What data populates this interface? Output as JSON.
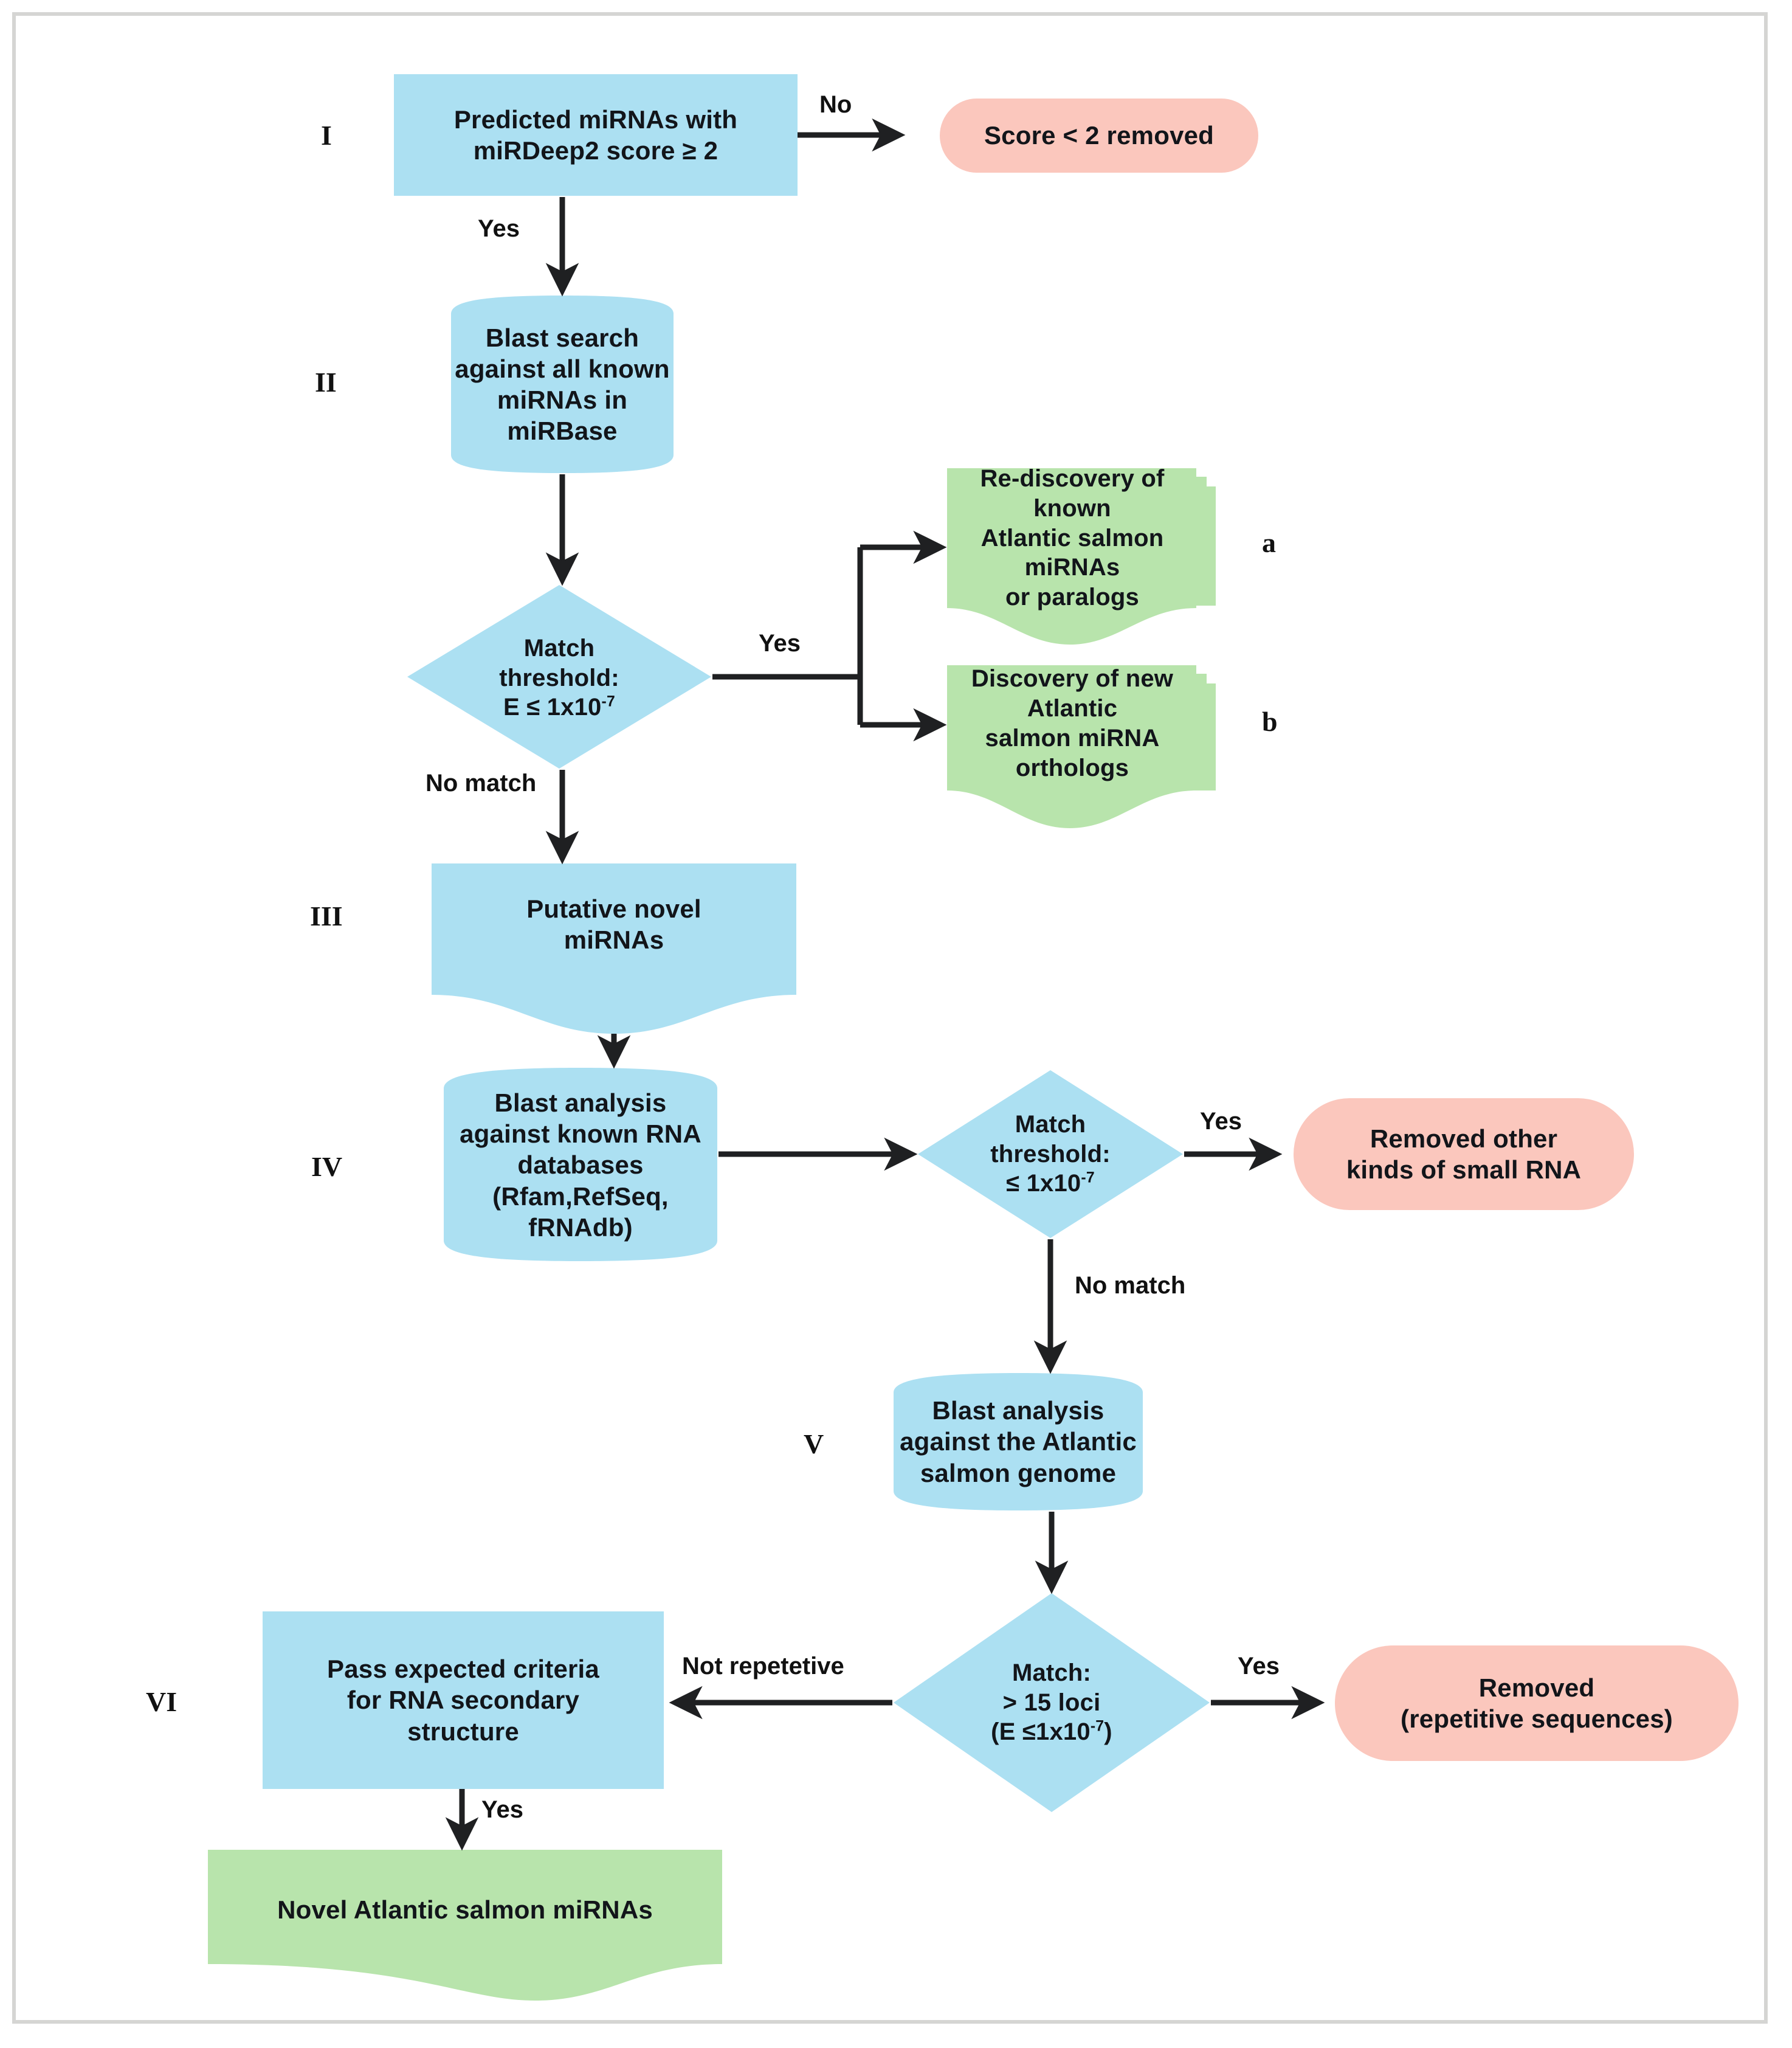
{
  "diagram": {
    "title": "miRNA prediction and filtering pipeline flowchart",
    "colors": {
      "process_blue": "#ace0f2",
      "removed_pink": "#fbc7bd",
      "output_green": "#b8e4ac",
      "line_black": "#1f2022",
      "frame_gray": "#d5d5d3"
    },
    "stages": [
      {
        "numeral": "I"
      },
      {
        "numeral": "II"
      },
      {
        "numeral": "III"
      },
      {
        "numeral": "IV"
      },
      {
        "numeral": "V"
      },
      {
        "numeral": "VI"
      }
    ],
    "nodes": {
      "predicted": {
        "line1": "Predicted miRNAs with",
        "line2": "miRDeep2 score ≥ 2"
      },
      "score_removed": {
        "text": "Score < 2 removed"
      },
      "blast_mirbase": {
        "line1": "Blast search",
        "line2": "against all known",
        "line3": "miRNAs in",
        "line4": "miRBase"
      },
      "match_threshold_1": {
        "line1": "Match",
        "line2": "threshold:",
        "line3_pre": "E ≤ 1x10",
        "line3_sup": "-7"
      },
      "rediscovery": {
        "line1": "Re-discovery of known",
        "line2": "Atlantic salmon miRNAs",
        "line3": "or paralogs"
      },
      "discovery_new": {
        "line1": "Discovery of new Atlantic",
        "line2": "salmon miRNA orthologs"
      },
      "putative_novel": {
        "line1": "Putative novel",
        "line2": "miRNAs"
      },
      "blast_rna_db": {
        "line1": "Blast analysis",
        "line2": "against known RNA",
        "line3": "databases",
        "line4": "(Rfam,RefSeq,",
        "line5": "fRNAdb)"
      },
      "match_threshold_2": {
        "line1": "Match",
        "line2": "threshold:",
        "line3_pre": "≤ 1x10",
        "line3_sup": "-7"
      },
      "removed_small_rna": {
        "line1": "Removed other",
        "line2": "kinds of small RNA"
      },
      "blast_genome": {
        "line1": "Blast analysis",
        "line2": "against the Atlantic",
        "line3": "salmon genome"
      },
      "match_loci": {
        "line1": "Match:",
        "line2": "> 15 loci",
        "line3_pre": "(E ≤1x10",
        "line3_sup": "-7",
        "line3_post": ")"
      },
      "removed_repetitive": {
        "line1": "Removed",
        "line2": "(repetitive sequences)"
      },
      "pass_criteria": {
        "line1": "Pass expected criteria",
        "line2": "for RNA secondary",
        "line3": "structure"
      },
      "novel_mirnas": {
        "text": "Novel Atlantic salmon miRNAs"
      }
    },
    "edge_labels": {
      "no_1": "No",
      "yes_1": "Yes",
      "yes_2": "Yes",
      "no_match_1": "No match",
      "yes_3": "Yes",
      "no_match_2": "No match",
      "yes_4": "Yes",
      "not_repetitive": "Not repetetive",
      "yes_5": "Yes"
    },
    "branch_letters": {
      "a": "a",
      "b": "b"
    }
  }
}
